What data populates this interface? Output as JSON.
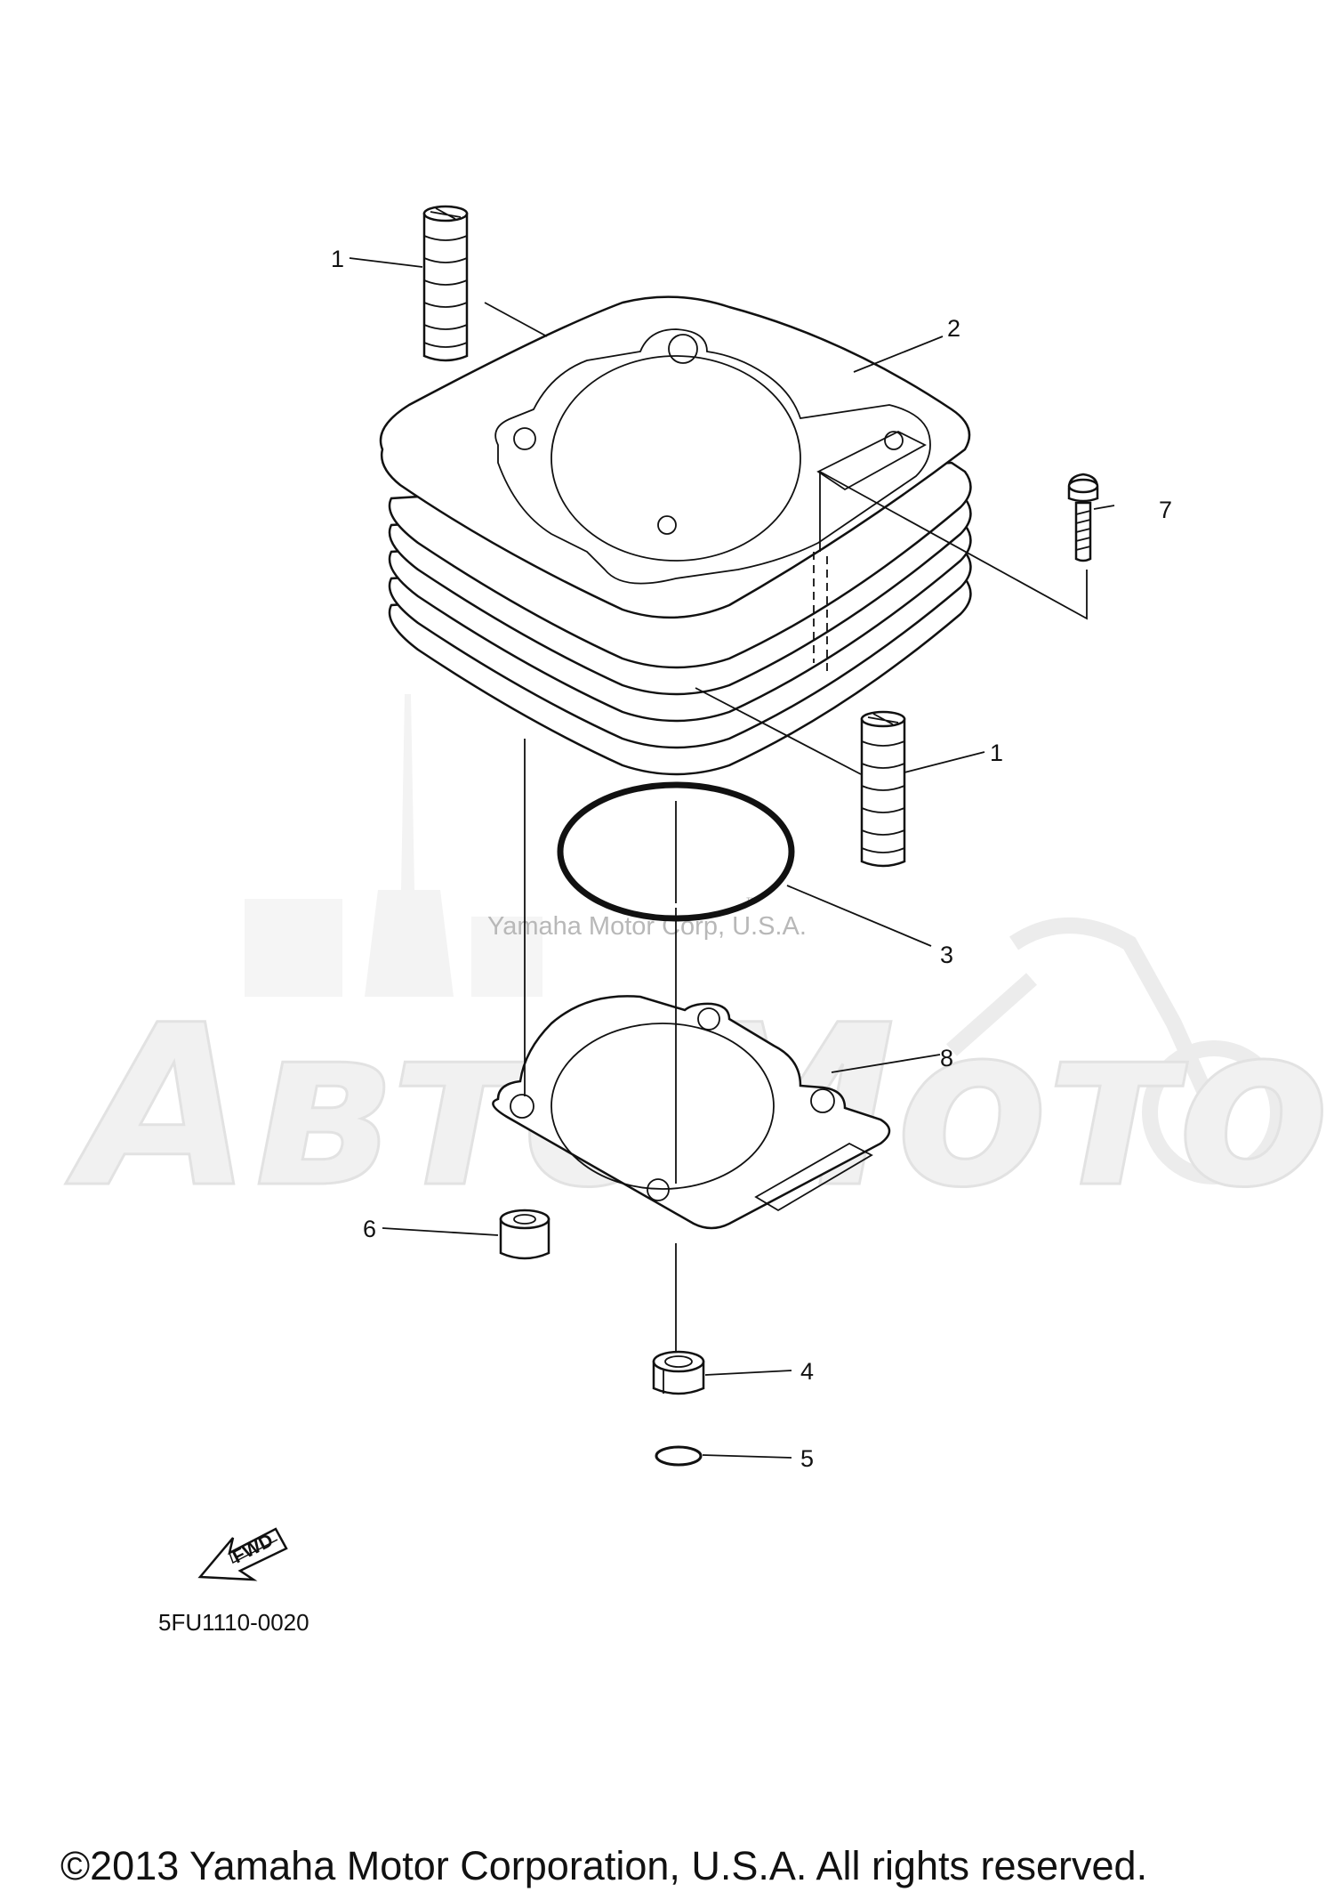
{
  "watermark": {
    "brand": "Yamaha Motor Corp, U.S.A.",
    "trademark": "™",
    "logo": "АвтоМото"
  },
  "callouts": {
    "dowel_upper": "1",
    "cylinder": "2",
    "dowel_lower": "1",
    "o_ring": "3",
    "dowel_pin_4": "4",
    "o_ring_5": "5",
    "dowel_6": "6",
    "bolt": "7",
    "gasket": "8"
  },
  "fwd_label": "FWD",
  "diagram_code": "5FU1110-0020",
  "copyright": "©2013 Yamaha Motor Corporation, U.S.A. All rights reserved."
}
